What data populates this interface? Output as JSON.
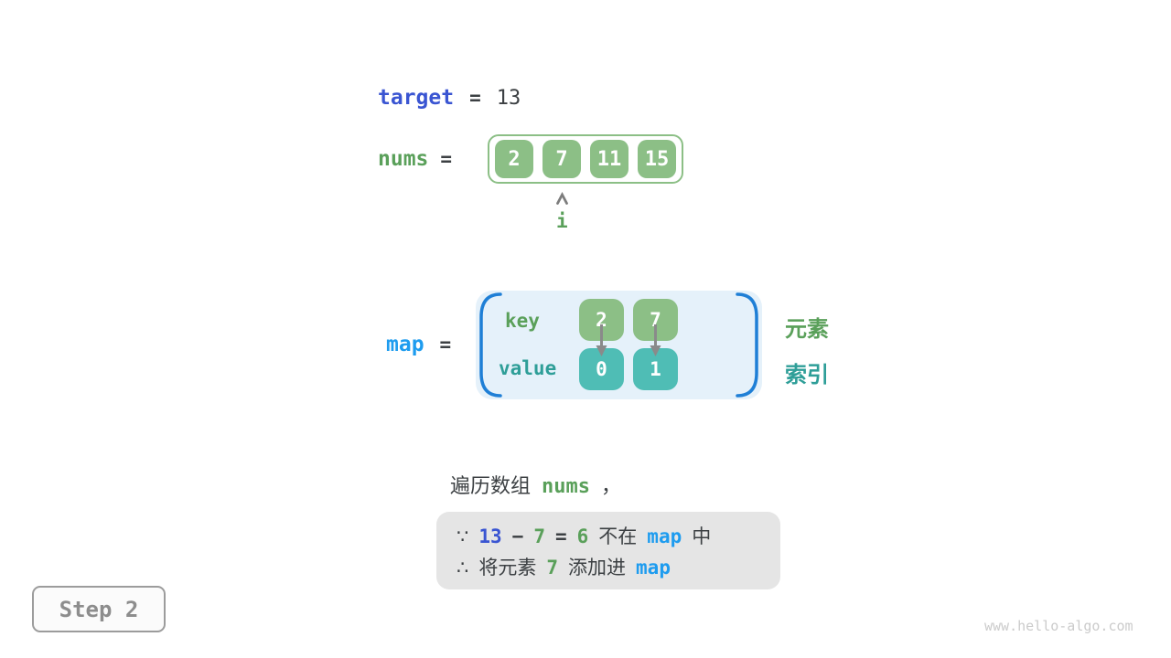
{
  "target_row": {
    "label": "target",
    "equals": "=",
    "value": "13"
  },
  "nums_row": {
    "label": "nums",
    "equals": "=",
    "cells": [
      "2",
      "7",
      "11",
      "15"
    ],
    "pointer": "i"
  },
  "map_row": {
    "label": "map",
    "equals": "=",
    "key_label": "key",
    "value_label": "value",
    "keys": [
      "2",
      "7"
    ],
    "values": [
      "0",
      "1"
    ],
    "legend_element": "元素",
    "legend_index": "索引"
  },
  "caption": {
    "text": "遍历数组",
    "code": "nums",
    "comma": "，"
  },
  "note": {
    "line1": {
      "because": "∵",
      "minuend": "13",
      "minus": "−",
      "subtrahend": "7",
      "equals": "=",
      "difference": "6",
      "not_in": "不在",
      "map": "map",
      "suffix": "中"
    },
    "line2": {
      "therefore": "∴",
      "text1": "将元素",
      "num": "7",
      "text2": "添加进",
      "map": "map"
    }
  },
  "step_badge": "Step 2",
  "watermark": "www.hello-algo.com",
  "colors": {
    "green_fill": "#8CBF86",
    "green_text": "#5AA05A",
    "teal_fill": "#4FBDB5",
    "teal_text": "#2E9E98",
    "indigo_text": "#3A55D2",
    "blue_text": "#1E9CEF",
    "bracket_blue": "#1F7FD6",
    "map_bg": "#E5F1FA",
    "note_bg": "#E5E5E5",
    "dark_text": "#3C4043",
    "arrow_gray": "#8A8A8A"
  }
}
